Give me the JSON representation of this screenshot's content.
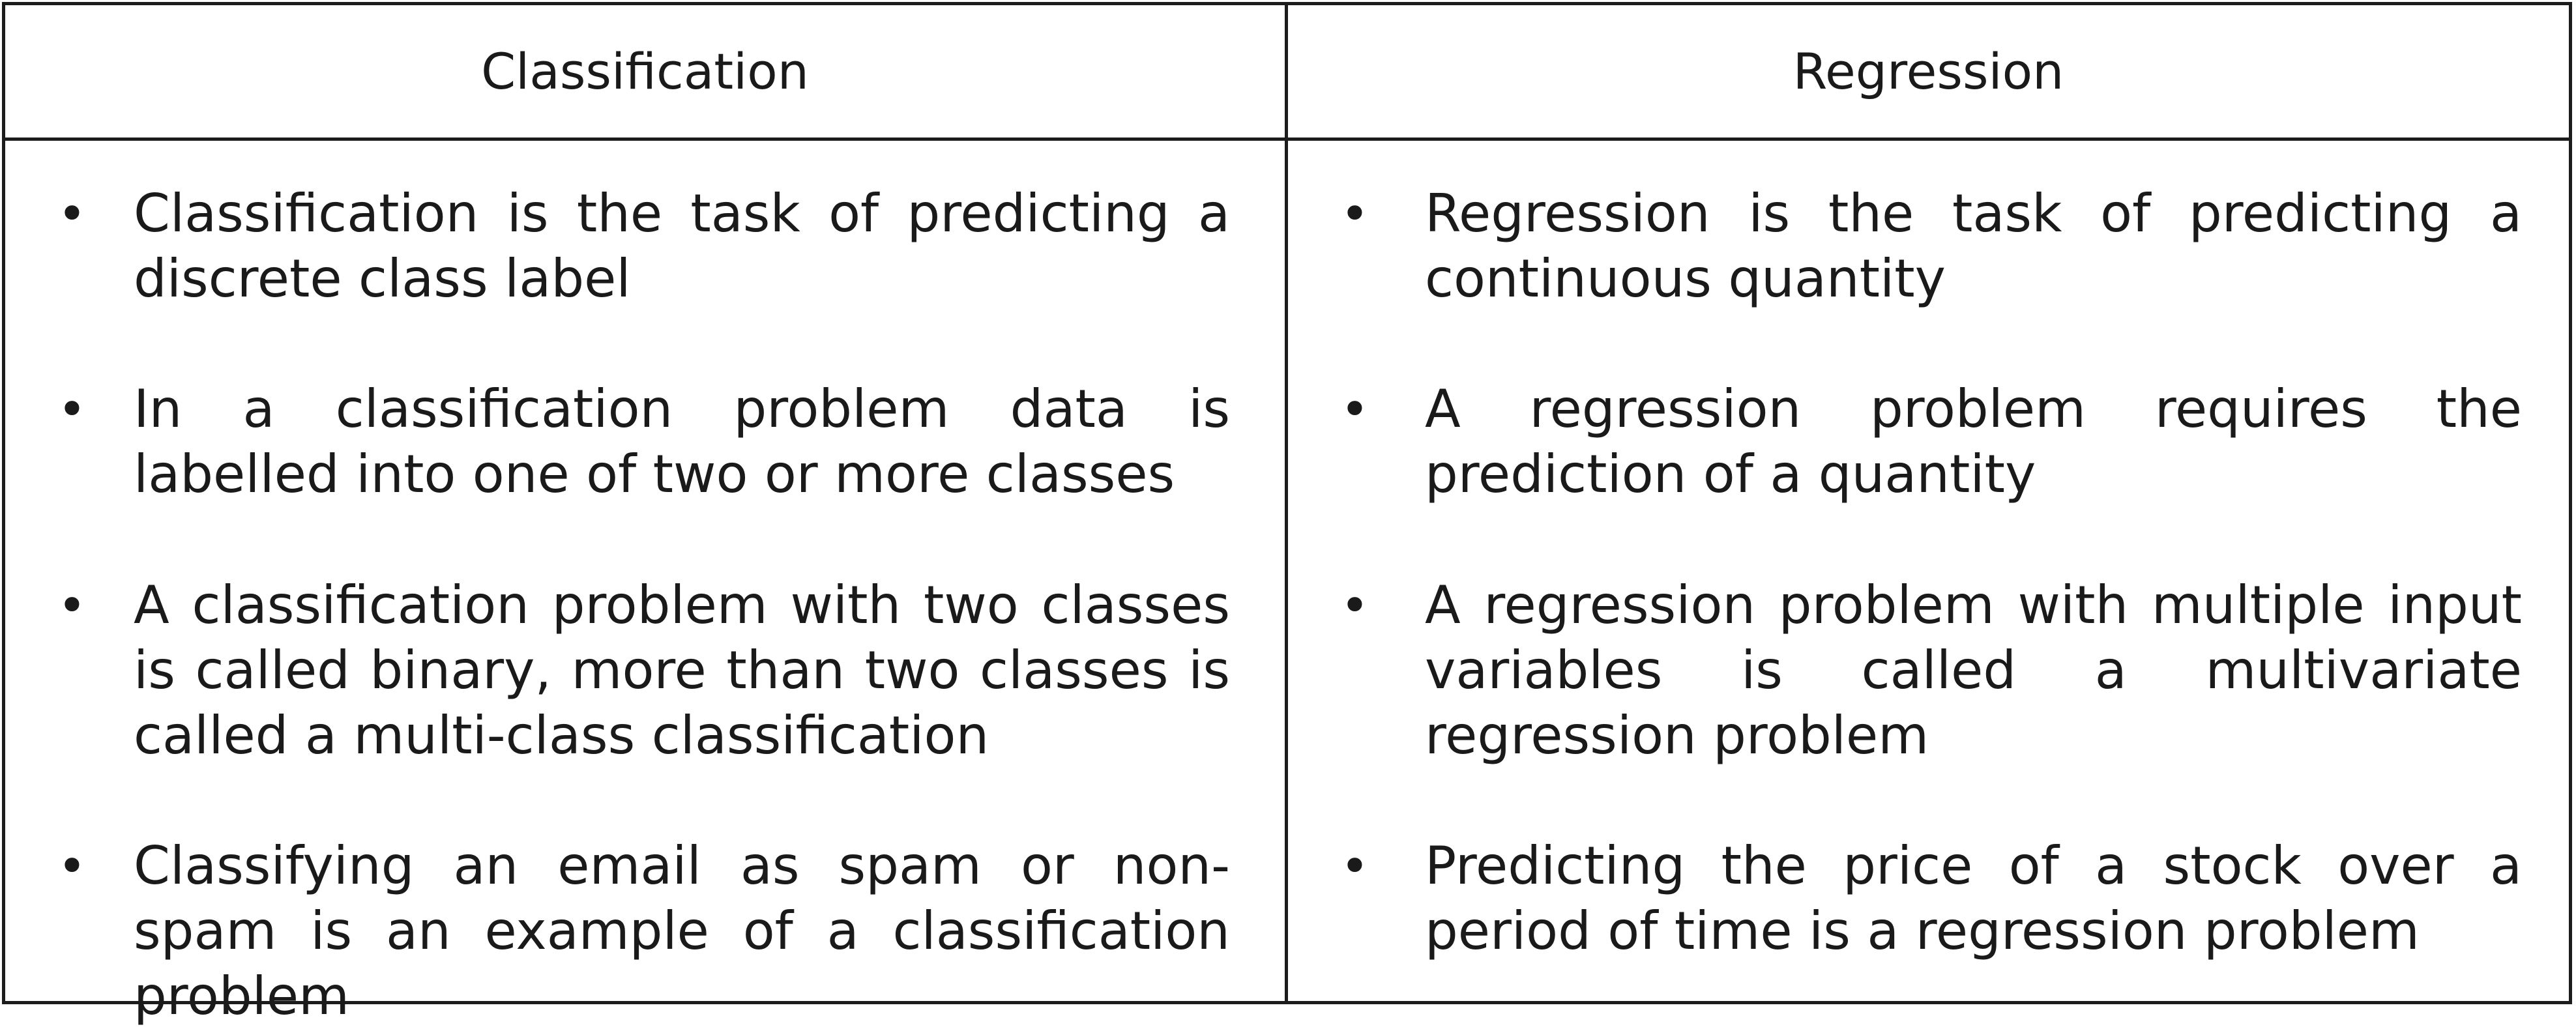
{
  "table": {
    "headers": [
      "Classification",
      "Regression"
    ],
    "columns": [
      {
        "items": [
          "Classification is the task of predicting a discrete class label",
          "In a classification problem data is labelled into one of two or more classes",
          "A classification problem with two classes is called binary, more than two classes is called a multi-class classification",
          "Classifying an email as spam or non-spam is an example of a classification problem"
        ]
      },
      {
        "items": [
          "Regression is the task of predicting a continuous quantity",
          "A regression problem requires the prediction of a quantity",
          "A regression problem with multiple input variables is called a multivariate regression problem",
          "Predicting the price of a stock over a period of time is a regression problem"
        ]
      }
    ],
    "bullet_char": "•",
    "border_color": "#1c1c1c"
  }
}
